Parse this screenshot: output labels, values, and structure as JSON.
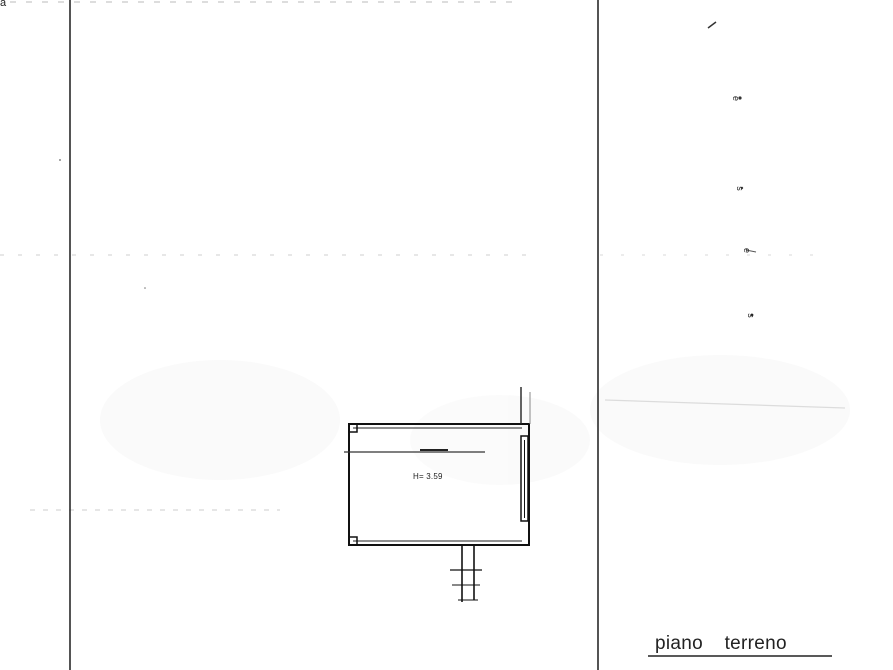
{
  "corner_text": "a",
  "room": {
    "label": "H= 3.59"
  },
  "floor_label": "piano terreno",
  "vertical_text": [
    "e",
    "s",
    "e",
    "s"
  ],
  "colors": {
    "line": "#1a1a1a",
    "faint": "#c8c8c8",
    "background": "#ffffff"
  }
}
